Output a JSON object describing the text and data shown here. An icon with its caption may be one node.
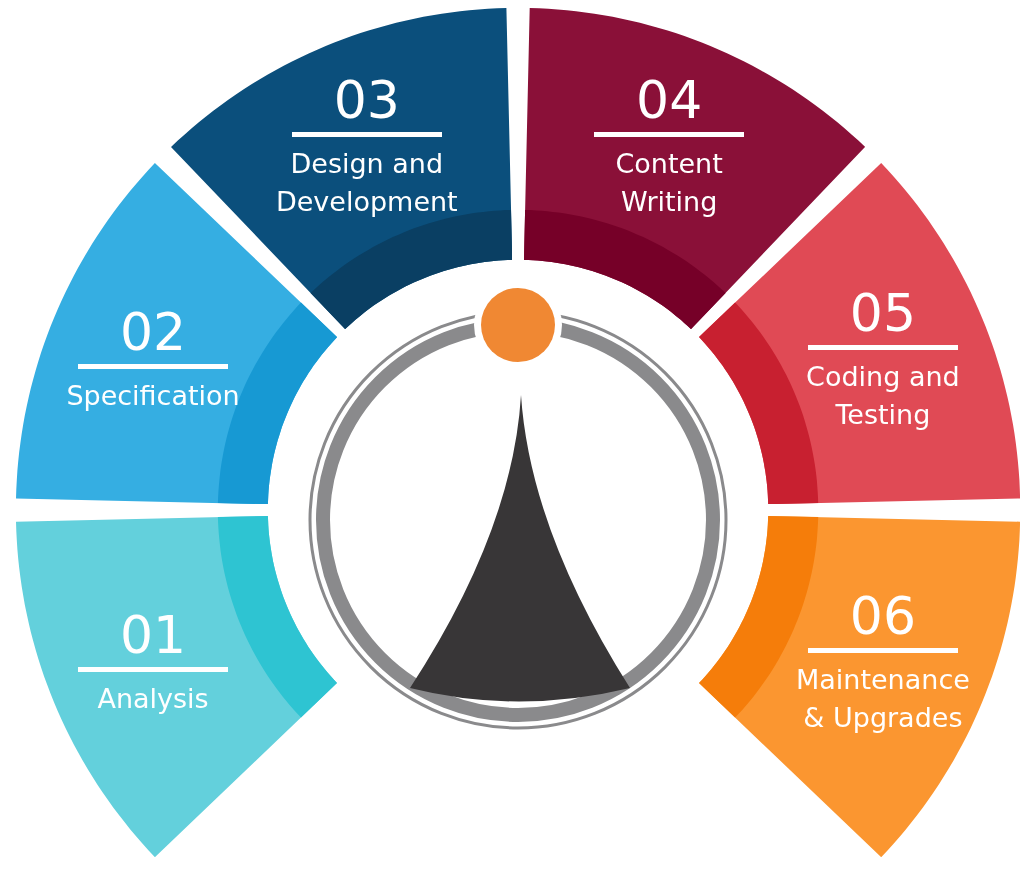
{
  "diagram": {
    "nodes": [
      {
        "text": [
          "01",
          "Analysis"
        ]
      },
      {
        "text": [
          "02",
          "Specification"
        ]
      },
      {
        "text": [
          "03",
          "Design and Development"
        ]
      },
      {
        "text": [
          "04",
          "Content Writing"
        ]
      },
      {
        "text": [
          "05",
          "Coding and Testing"
        ]
      },
      {
        "text": [
          "06",
          "Maintenance & Upgrades"
        ]
      }
    ]
  }
}
